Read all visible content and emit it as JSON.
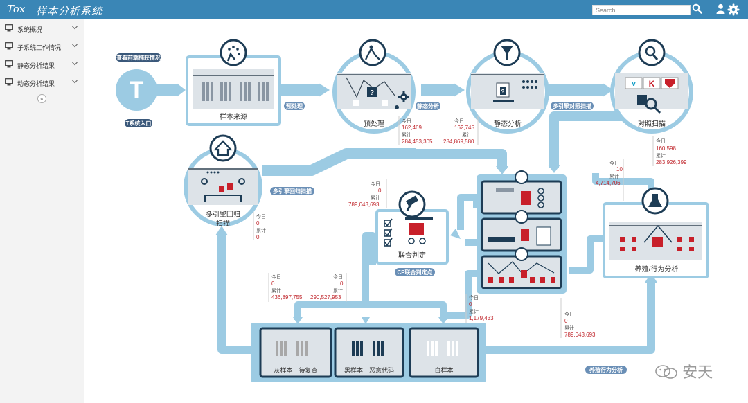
{
  "header": {
    "logo": "Tox",
    "title": "样本分析系统",
    "search_placeholder": "Search"
  },
  "sidebar": {
    "items": [
      {
        "label": "系统概况"
      },
      {
        "label": "子系统工作情况"
      },
      {
        "label": "静态分析结果"
      },
      {
        "label": "动态分析结果"
      }
    ],
    "collapse": "«"
  },
  "diagram": {
    "entry_top": "查看前端捕获情况",
    "entry_bottom": "T系统入口",
    "entry_letter": "T",
    "nodes": {
      "source": "样本来源",
      "preprocess": "预处理",
      "static": "静态分析",
      "scan": "对照扫描",
      "regress_1": "多引擎回归",
      "regress_2": "扫描",
      "joint": "联合判定",
      "sandbox": "养殖/行为分析",
      "grey": "灰样本一待复查",
      "black": "黑样本一恶意代码",
      "white": "白样本"
    },
    "pills": {
      "preprocess": "预处理",
      "static": "静态分析",
      "multi_scan": "多引擎对照扫描",
      "multi_regress": "多引擎回归扫描",
      "cp_joint": "CP联合判定点",
      "sandbox": "养殖行为分析"
    },
    "stats": {
      "today": "今日",
      "total": "累计",
      "s1_today": "162,469",
      "s1_total": "284,453,305",
      "s2_today": "162,745",
      "s2_total": "284,869,580",
      "s3_today": "160,598",
      "s3_total": "283,926,399",
      "s4_today": "10",
      "s4_total": "4,714,706",
      "s5_today": "0",
      "s5_total": "789,043,693",
      "s6_today": "0",
      "s6_total": "0",
      "s7_today": "0",
      "s7_total": "436,897,755",
      "s8_today": "0",
      "s8_total": "290,527,953",
      "s9_today": "0",
      "s9_total": "1,179,433",
      "s10_today": "0",
      "s10_total": "789,043,693"
    }
  },
  "watermark": "安天",
  "colors": {
    "topbar": "#3a86b6",
    "flow": "#9ccbe3",
    "dark": "#1d3c55",
    "pill": "#6a8fb6",
    "stat": "#c0262c"
  }
}
